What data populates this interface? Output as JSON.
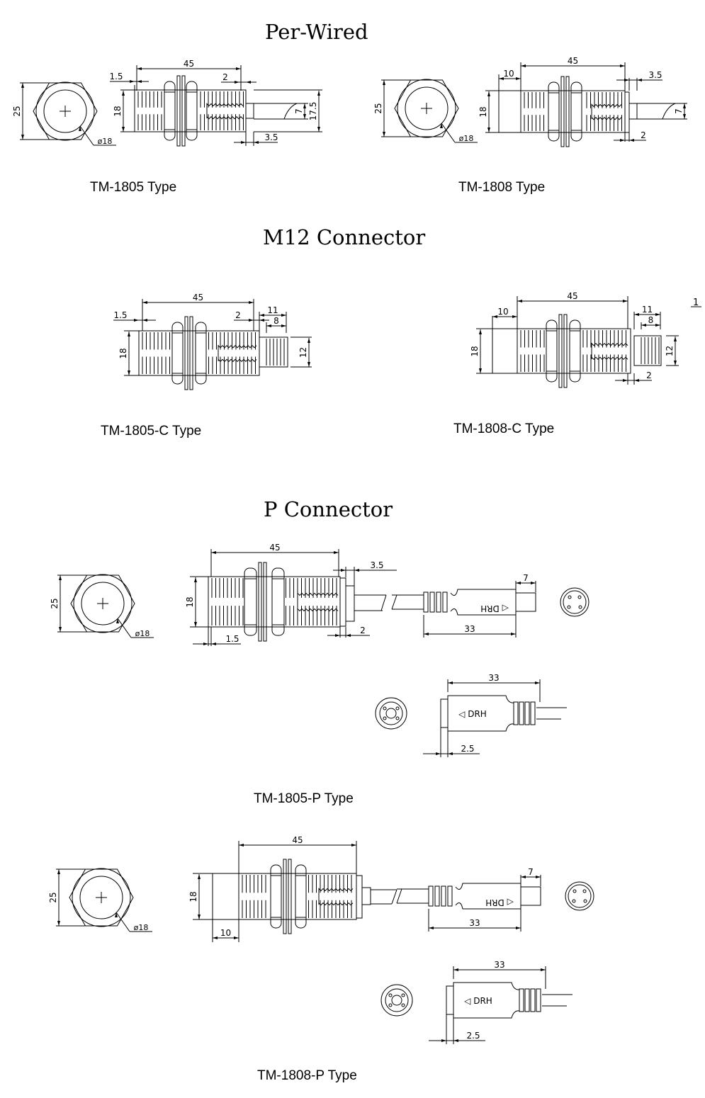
{
  "sections": [
    {
      "title": "Per-Wired"
    },
    {
      "title": "M12 Connector"
    },
    {
      "title": "P Connector"
    }
  ],
  "models": [
    {
      "label": "TM-1805 Type"
    },
    {
      "label": "TM-1808 Type"
    },
    {
      "label": "TM-1805-C Type"
    },
    {
      "label": "TM-1808-C Type"
    },
    {
      "label": "TM-1805-P Type"
    },
    {
      "label": "TM-1808-P Type"
    }
  ],
  "page_mark": "1",
  "connector_marking": "DRH",
  "dims": {
    "body_length": "45",
    "hex_width": "25",
    "diameter": "18",
    "thread_diameter": "ø18",
    "flange_1805": "1.5",
    "sensing_face_1808": "10",
    "end_gap": "2",
    "cable_offset": "3.5",
    "cable_dia": "7",
    "cable_outer": "17.5",
    "m12_total": "11",
    "m12_thread": "8",
    "m12_dia": "12",
    "plug_length": "33",
    "plug_tip": "7",
    "socket_gap": "2.5"
  }
}
